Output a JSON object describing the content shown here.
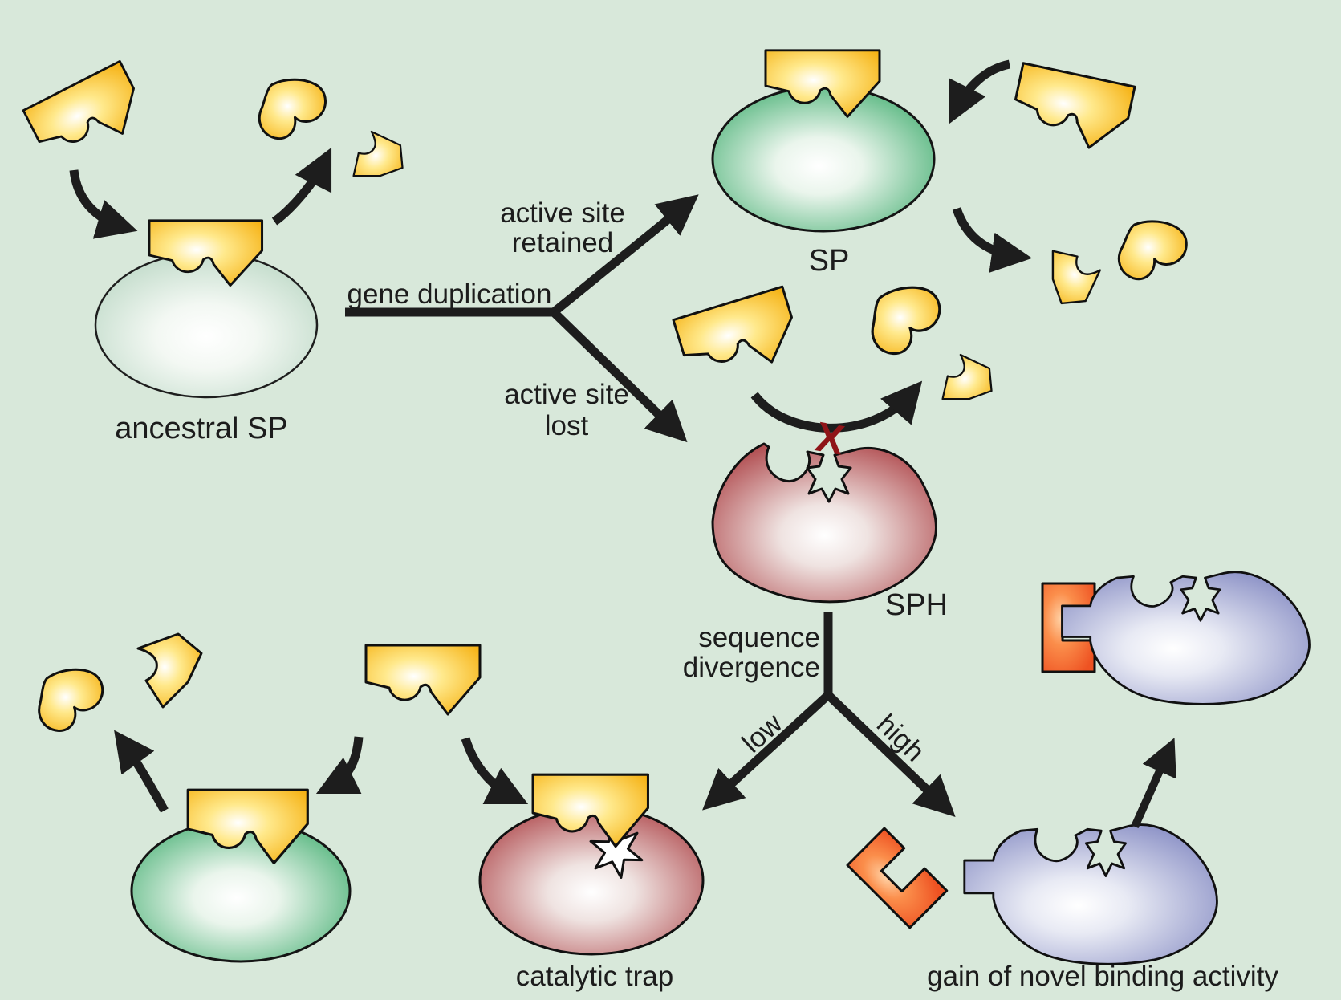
{
  "figure": {
    "title_hint": "serine protease (SP) gene duplication and serine protease homolog (SPH) fate diagram",
    "background": "#d8e8da",
    "labels": {
      "ancestral_sp": "ancestral SP",
      "gene_duplication": "gene duplication",
      "branch_top": [
        "active site",
        "retained"
      ],
      "branch_bottom": [
        "active site",
        "lost"
      ],
      "sp": "SP",
      "sph": "SPH",
      "divergence": [
        "sequence",
        "divergence"
      ],
      "low": "low",
      "high": "high",
      "catalytic_trap": "catalytic trap",
      "gain_novel_binding": "gain of novel binding activity",
      "blocked_mark": "X"
    },
    "colors": {
      "background": "#d8e8da",
      "ancestral_enzyme": "#aed0ba",
      "sp_enzyme": "#149a4e",
      "sph_enzyme": "#9c1b20",
      "binding_protein": "#6f76b8",
      "substrate": "#f5af0e",
      "ligand": "#ee5222",
      "arrow": "#1d1d1d",
      "blocked_x": "#8f1418",
      "text": "#1c1c1c",
      "catalytic_cavity_star": "#ffffff"
    },
    "shapes": {
      "enzyme": "ellipse-with-radial-white-highlight",
      "substrate": "yellow-notched-block-icon",
      "cleaved_products": [
        "yellow-heart-piece-icon",
        "yellow-wedge-piece-icon"
      ],
      "sph_active_site": "star-shaped-notch",
      "binding_tab": "rectangular-tab",
      "ligand": "orange-bracket-icon"
    }
  }
}
